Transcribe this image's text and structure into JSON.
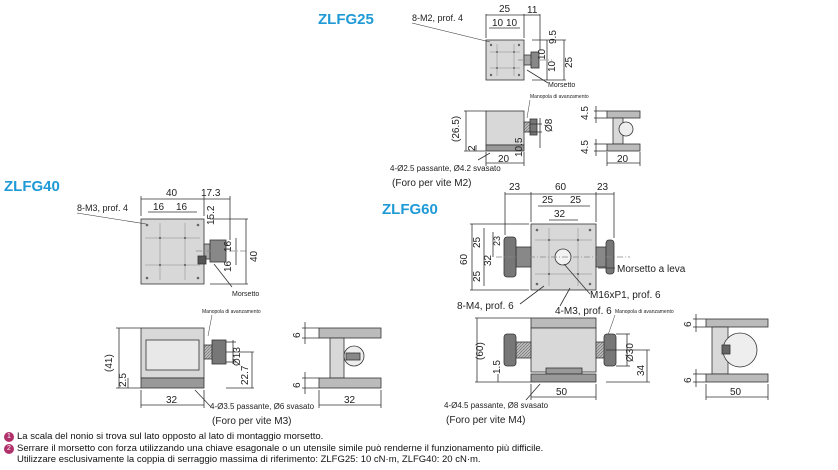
{
  "models": {
    "zlfg25": "ZLFG25",
    "zlfg40": "ZLFG40",
    "zlfg60": "ZLFG60"
  },
  "zlfg25": {
    "holes_label": "8-M2, prof. 4",
    "dim_25_top": "25",
    "dim_11": "11",
    "dim_10a": "10",
    "dim_10b": "10",
    "dim_9_5": "9.5",
    "dim_10c": "10",
    "dim_10d": "10",
    "dim_25_side": "25",
    "clamp_label": "Morsetto",
    "knob_label": "Manopola di avanzamento",
    "dim_26_5": "(26.5)",
    "dim_2": "2",
    "dim_10_5": "10.5",
    "dim_phi8": "Ø8",
    "dim_4_5a": "4.5",
    "dim_4_5b": "4.5",
    "dim_20a": "20",
    "dim_20b": "20",
    "through_label": "4-Ø2.5 passante, Ø4.2 svasato",
    "screw_label": "(Foro per vite M2)"
  },
  "zlfg40": {
    "holes_label": "8-M3, prof. 4",
    "dim_40": "40",
    "dim_17_3": "17.3",
    "dim_16a": "16",
    "dim_16b": "16",
    "dim_15_2": "15.2",
    "dim_16c": "16",
    "dim_16d": "16",
    "dim_40_side": "40",
    "clamp_label": "Morsetto",
    "knob_label": "Manopola di avanzamento",
    "dim_41": "(41)",
    "dim_2_5": "2.5",
    "dim_phi13": "Ø13",
    "dim_22_7": "22.7",
    "dim_6a": "6",
    "dim_6b": "6",
    "dim_32a": "32",
    "dim_32b": "32",
    "through_label": "4-Ø3.5 passante, Ø6 svasato",
    "screw_label": "(Foro per vite M3)"
  },
  "zlfg60": {
    "dim_23a": "23",
    "dim_60": "60",
    "dim_23b": "23",
    "dim_25a": "25",
    "dim_25b": "25",
    "dim_32": "32",
    "dim_23c": "23",
    "dim_60_side": "60",
    "dim_25c": "25",
    "dim_32c": "32",
    "dim_25d": "25",
    "lever_label": "Morsetto a leva",
    "center_label": "M16xP1, prof. 6",
    "holes_label": "8-M4, prof. 6",
    "holes_label_2": "4-M3, prof. 6",
    "knob_label": "Manopola di avanzamento",
    "dim_60_front": "(60)",
    "dim_1_5": "1.5",
    "dim_phi30": "Ø30",
    "dim_34": "34",
    "dim_6a": "6",
    "dim_6b": "6",
    "dim_50a": "50",
    "dim_50b": "50",
    "through_label": "4-Ø4.5 passante, Ø8 svasato",
    "screw_label": "(Foro per vite M4)"
  },
  "notes": {
    "note1": "La scala del nonio si trova sul lato opposto al lato di montaggio morsetto.",
    "note2": "Serrare il morsetto con forza utilizzando una chiave esagonale o un utensile simile può renderne il funzionamento più difficile.",
    "note3": "Utilizzare esclusivamente la coppia di serraggio massima di riferimento: ZLFG25: 10 cN·m, ZLFG40: 20 cN·m.",
    "bullet1": "1",
    "bullet2": "2"
  },
  "colors": {
    "model_title": "#1f9ad6",
    "body_gray": "#d8d8d8",
    "dark_gray": "#777777",
    "bullet": "#b0306a"
  }
}
